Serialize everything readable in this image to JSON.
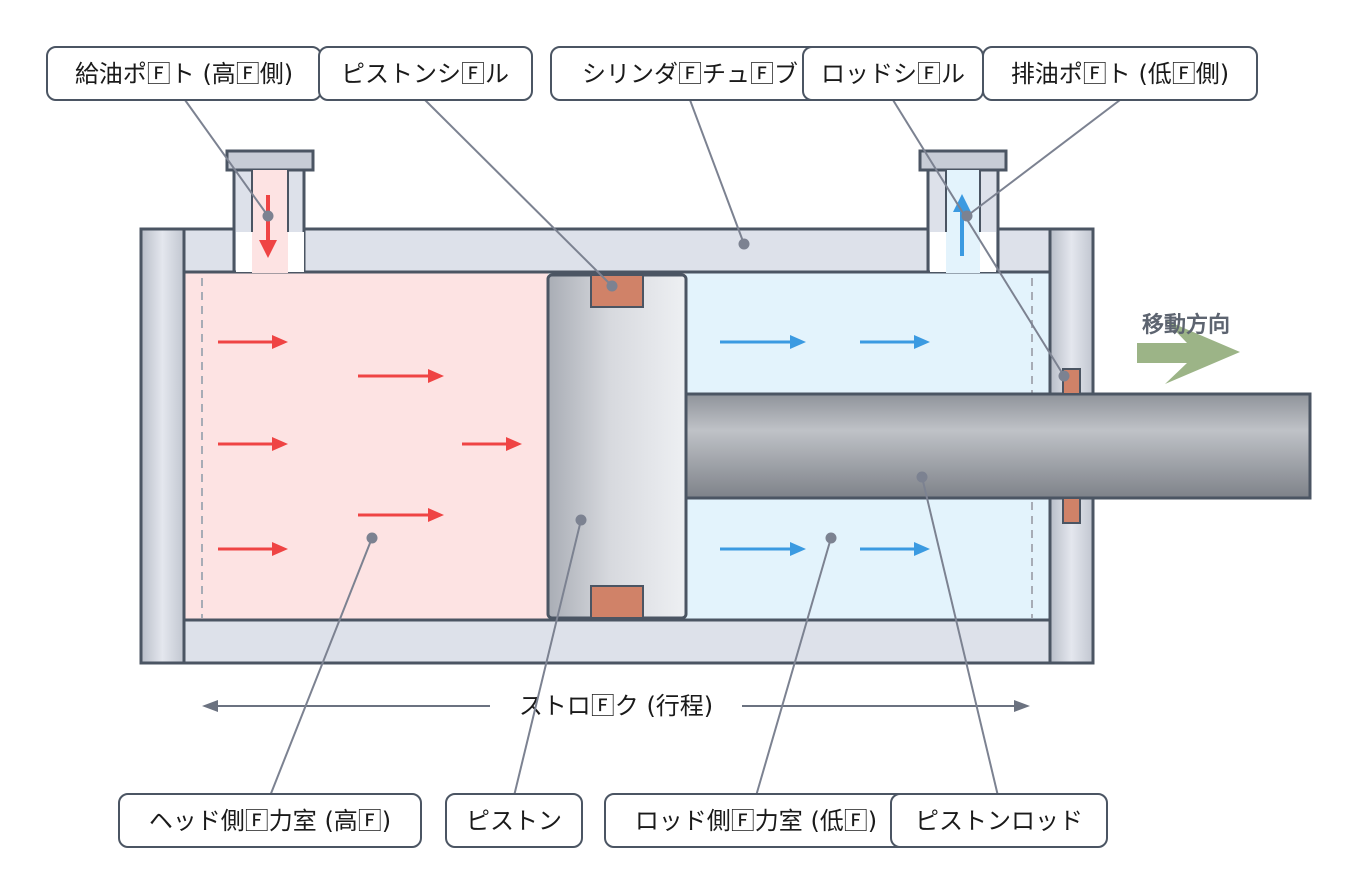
{
  "diagram": {
    "labels": {
      "inlet_port": "給油ポ🄵ト (高🄵側)",
      "piston_seal": "ピストンシ🄵ル",
      "cylinder_tube": "シリンダ🄵チュ🄵ブ",
      "rod_seal": "ロッドシ🄵ル",
      "outlet_port": "排油ポ🄵ト (低🄵側)",
      "head_chamber": "ヘッド側🄵力室 (高🄵)",
      "piston": "ピストン",
      "rod_chamber": "ロッド側🄵力室 (低🄵)",
      "piston_rod": "ピストンロッド"
    },
    "stroke_label": "ストロ🄵ク (行程)",
    "direction_label": "移動方向",
    "colors": {
      "high_pressure_fill": "#fde3e3",
      "low_pressure_fill": "#e3f3fc",
      "high_pressure_arrow": "#ef4444",
      "low_pressure_arrow": "#3b9ae1",
      "seal": "#d08268",
      "steel_dark": "#4b5563",
      "tube_fill": "#dde1ea",
      "direction_arrow": "#9cb487",
      "leader_line": "#7c8291"
    }
  }
}
